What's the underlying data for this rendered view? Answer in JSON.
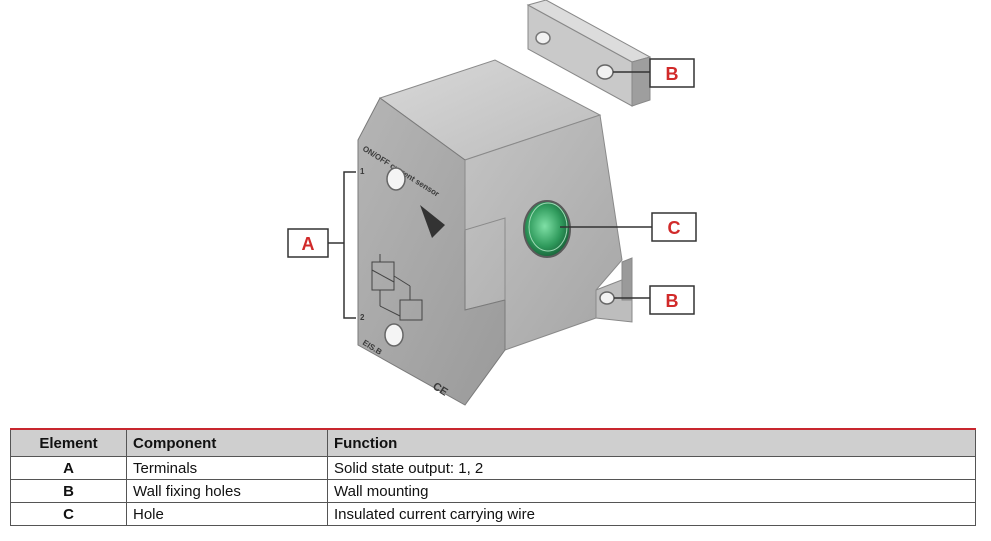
{
  "figure": {
    "device_face_label": "ON/OFF current sensor",
    "terminal_1": "1",
    "terminal_2": "2",
    "model_label": "EIS.B",
    "ce_mark": "CE",
    "callouts": {
      "a": "A",
      "b_top": "B",
      "b_bottom": "B",
      "c": "C"
    },
    "colors": {
      "callout_red": "#d12a2a",
      "housing": "#b9b9b9",
      "hole_green": "#3fae6a"
    }
  },
  "table": {
    "headers": {
      "element": "Element",
      "component": "Component",
      "function": "Function"
    },
    "rows": [
      {
        "element": "A",
        "component": "Terminals",
        "function": "Solid state output: 1, 2"
      },
      {
        "element": "B",
        "component": "Wall fixing holes",
        "function": "Wall mounting"
      },
      {
        "element": "C",
        "component": "Hole",
        "function": "Insulated current carrying wire"
      }
    ]
  }
}
